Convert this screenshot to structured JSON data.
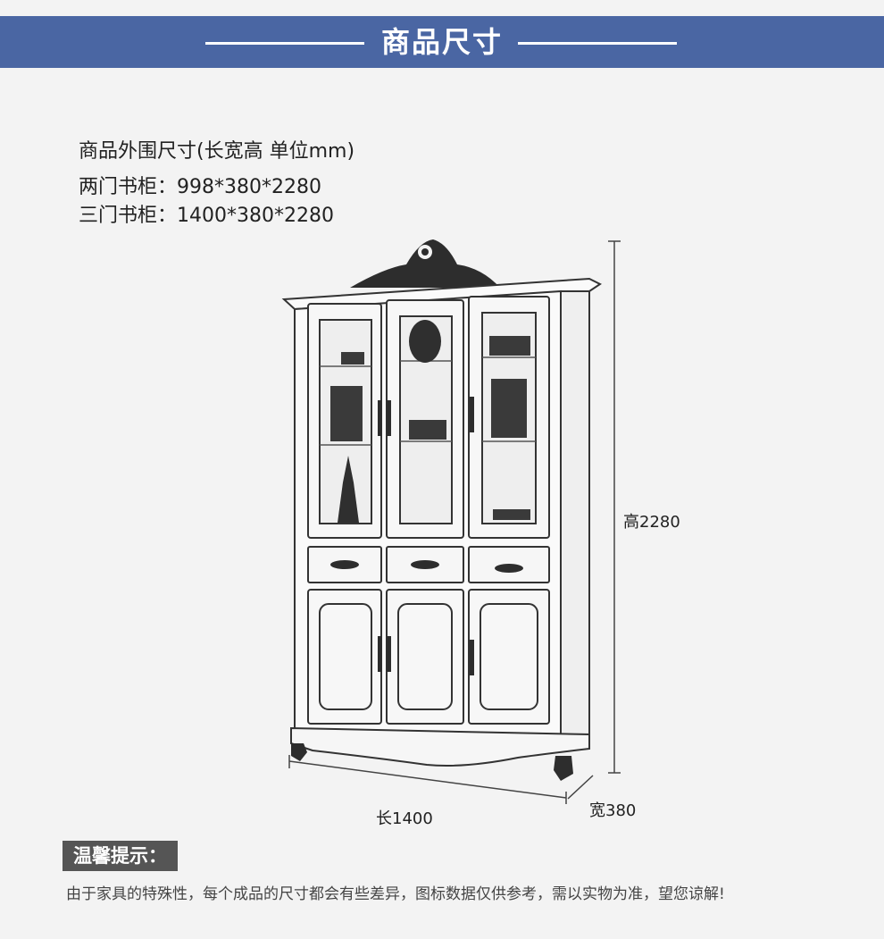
{
  "header": {
    "title": "商品尺寸"
  },
  "specs": {
    "heading": "商品外围尺寸(长宽高 单位mm)",
    "two_door": "两门书柜：998*380*2280",
    "three_door": "三门书柜：1400*380*2280"
  },
  "dimensions": {
    "height": "高2280",
    "length": "长1400",
    "width": "宽380"
  },
  "tip": {
    "label": "温馨提示：",
    "text": "由于家具的特殊性，每个成品的尺寸都会有些差异，图标数据仅供参考，需以实物为准，望您谅解!"
  }
}
